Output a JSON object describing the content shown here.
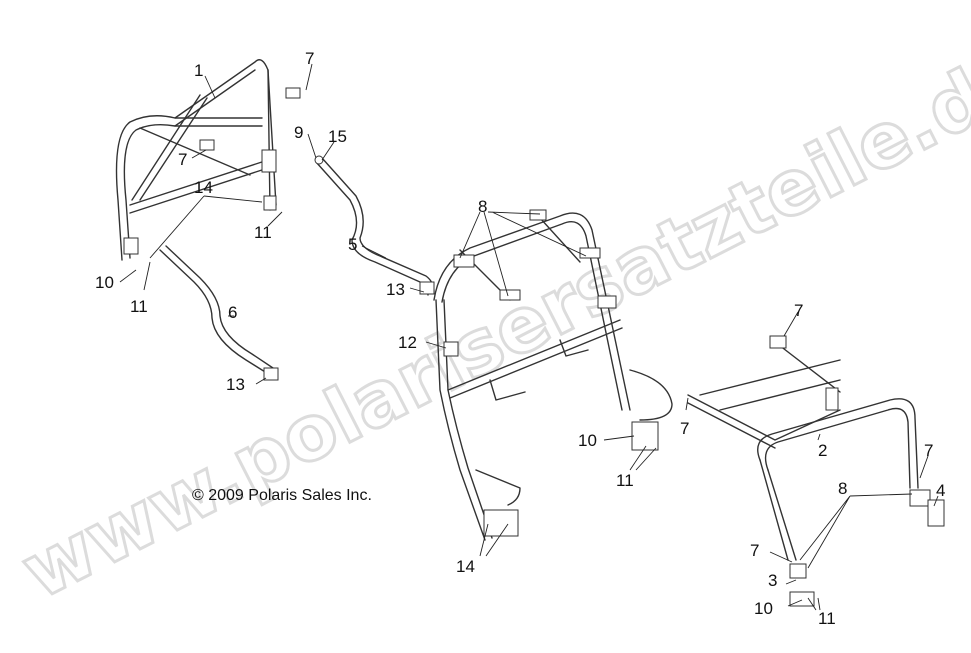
{
  "watermark": "www.polarisersatzteile.de",
  "copyright": "© 2009 Polaris Sales Inc.",
  "callouts": {
    "c1": "1",
    "c2": "2",
    "c3": "3",
    "c4": "4",
    "c5": "5",
    "c6": "6",
    "c7a": "7",
    "c7b": "7",
    "c7c": "7",
    "c7d": "7",
    "c7e": "7",
    "c7f": "7",
    "c8a": "8",
    "c8b": "8",
    "c9": "9",
    "c10a": "10",
    "c10b": "10",
    "c10c": "10",
    "c11a": "11",
    "c11b": "11",
    "c11c": "11",
    "c11d": "11",
    "c12": "12",
    "c13a": "13",
    "c13b": "13",
    "c14a": "14",
    "c14b": "14",
    "c15": "15"
  }
}
